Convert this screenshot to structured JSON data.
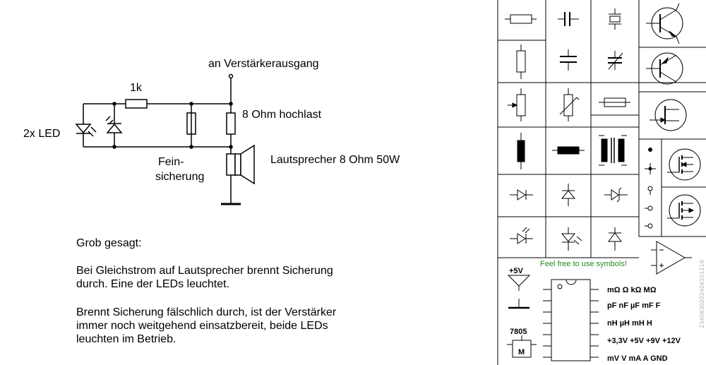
{
  "circuit": {
    "amp_label": "an Verstärkerausgang",
    "resistor_label": "1k",
    "load_label": "8 Ohm hochlast",
    "led_label": "2x LED",
    "fuse_label_1": "Fein-",
    "fuse_label_2": "sicherung",
    "speaker_label": "Lautsprecher 8 Ohm 50W"
  },
  "explanation": {
    "heading": "Grob gesagt:",
    "para1_line1": "Bei Gleichstrom auf Lautsprecher brennt Sicherung",
    "para1_line2": "durch. Eine der LEDs leuchtet.",
    "para2_line1": "Brennt Sicherung fälschlich durch, ist der Verstärker",
    "para2_line2": "immer noch weitgehend einsatzbereit, beide LEDs",
    "para2_line3": "leuchten im Betrieb."
  },
  "palette": {
    "free_text": "Feel free to use symbols!",
    "supply_label": "+5V",
    "regulator_label": "7805",
    "regulator_pin": "M",
    "units": [
      "mΩ  Ω  kΩ  MΩ",
      "pF  nF  µF  mF  F",
      "nH  µH  mH  H",
      "+3,3V  +5V  +9V  +12V",
      "mV  V  mA  A    GND"
    ],
    "watermark": "2340630202406101216"
  },
  "colors": {
    "line": "#000000",
    "green_text": "#228b22"
  }
}
